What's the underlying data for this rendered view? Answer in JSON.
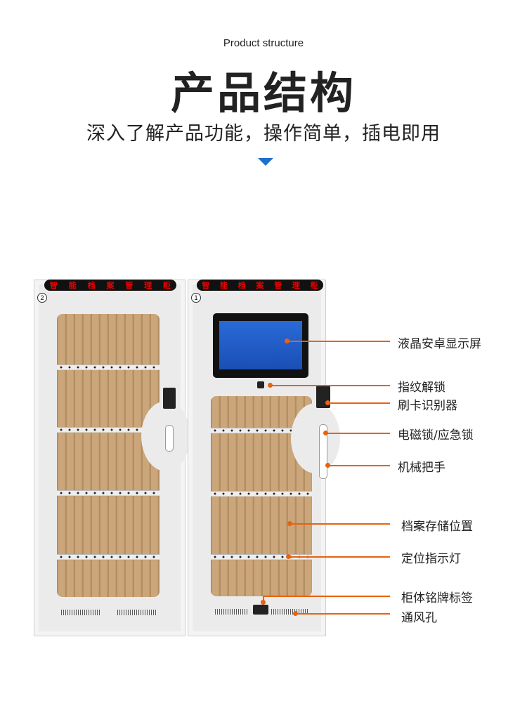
{
  "header": {
    "subtitle": "Product structure",
    "title": "产品结构",
    "tagline": "深入了解产品功能，操作简单，插电即用"
  },
  "cabinets": [
    {
      "number": "2",
      "led_text": [
        "智",
        "能",
        "档",
        "案",
        "管",
        "理",
        "柜"
      ]
    },
    {
      "number": "1",
      "led_text": [
        "智",
        "能",
        "档",
        "案",
        "管",
        "理",
        "柜"
      ]
    }
  ],
  "callouts": [
    "液晶安卓显示屏",
    "指纹解锁",
    "刷卡识别器",
    "电磁锁/应急锁",
    "机械把手",
    "档案存储位置",
    "定位指示灯",
    "柜体铭牌标签",
    "通风孔"
  ],
  "colors": {
    "accent": "#e8620f",
    "arrow": "#1f6fd1"
  }
}
